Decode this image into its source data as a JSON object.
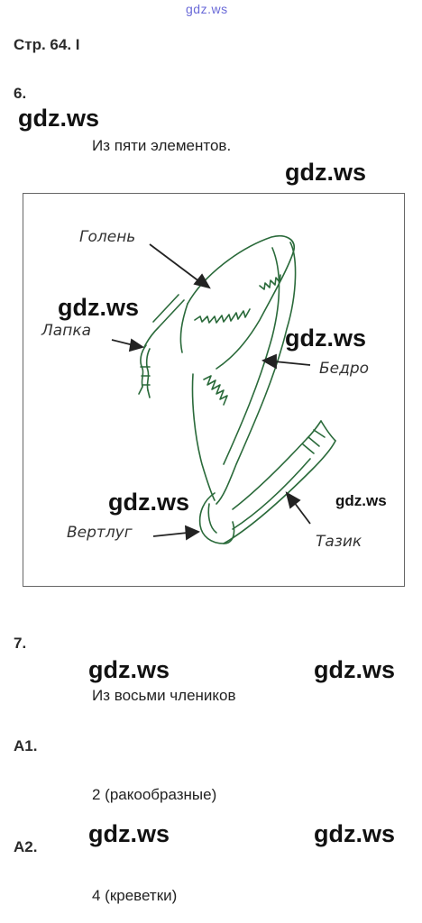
{
  "watermark": "gdz.ws",
  "header": {
    "page_ref": "Стр. 64. I"
  },
  "q6": {
    "number": "6.",
    "answer": "Из пяти элементов."
  },
  "figure": {
    "labels": {
      "shin": "Голень",
      "tarsus": "Лапка",
      "femur": "Бедро",
      "trochanter": "Вертлуг",
      "coxa": "Тазик"
    },
    "line_color": "#2a6a3a"
  },
  "q7": {
    "number": "7.",
    "answer": "Из восьми члеников"
  },
  "a1": {
    "number": "А1.",
    "answer": "2 (ракообразные)"
  },
  "a2": {
    "number": "А2.",
    "answer": "4 (креветки)"
  }
}
